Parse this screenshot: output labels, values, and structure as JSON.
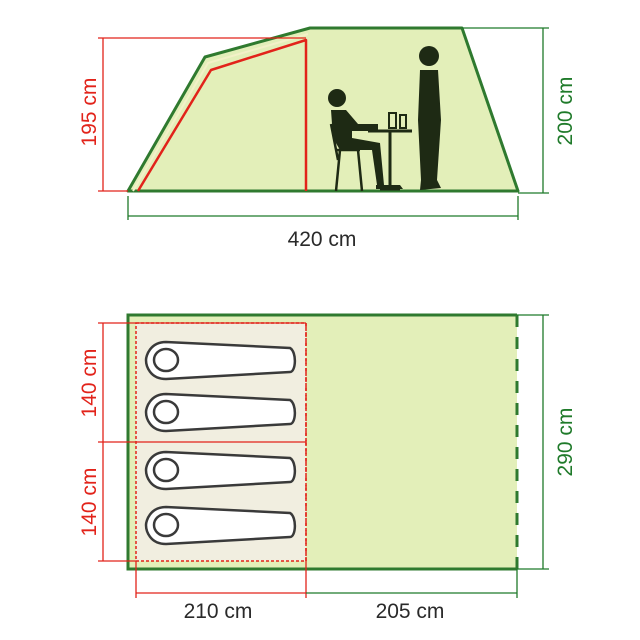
{
  "colors": {
    "fill": "#e3efb9",
    "outline": "#2f7a2f",
    "red": "#e2231a",
    "green_text": "#1f7a2a",
    "dark_text": "#2a2a2a",
    "figure": "#1e2a14",
    "bag": "#3a3a3a"
  },
  "side_view": {
    "inner_height_label": "195 cm",
    "total_height_label": "200 cm",
    "length_label": "420 cm"
  },
  "floor_plan": {
    "bedroom_width_top_label": "140 cm",
    "bedroom_width_bottom_label": "140 cm",
    "total_width_label": "290 cm",
    "bedroom_depth_label": "210 cm",
    "living_depth_label": "205 cm",
    "sleeping_bags": 4
  }
}
